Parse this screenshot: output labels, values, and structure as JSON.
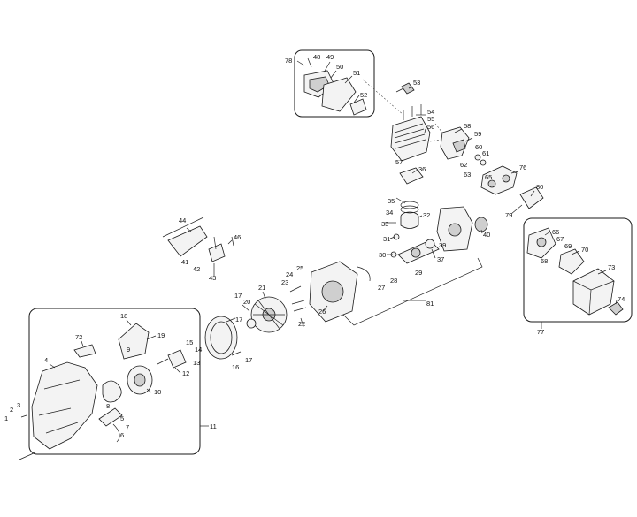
{
  "callouts": {
    "c1": "1",
    "c2": "2",
    "c3": "3",
    "c4": "4",
    "c5": "5",
    "c6": "6",
    "c7": "7",
    "c8": "8",
    "c9": "9",
    "c10": "10",
    "c11": "11",
    "c12": "12",
    "c13": "13",
    "c14": "14",
    "c15": "15",
    "c16": "16",
    "c17a": "17",
    "c17b": "17",
    "c17c": "17",
    "c18": "18",
    "c19": "19",
    "c20": "20",
    "c21": "21",
    "c22": "22",
    "c23": "23",
    "c24": "24",
    "c25": "25",
    "c26": "26",
    "c27": "27",
    "c28": "28",
    "c29": "29",
    "c30": "30",
    "c31": "31",
    "c32": "32",
    "c33": "33",
    "c34": "34",
    "c35": "35",
    "c36": "36",
    "c37": "37",
    "c39": "39",
    "c40": "40",
    "c41": "41",
    "c42": "42",
    "c43": "43",
    "c44": "44",
    "c46": "46",
    "c48": "48",
    "c49": "49",
    "c50": "50",
    "c51": "51",
    "c52": "52",
    "c53": "53",
    "c54": "54",
    "c55": "55",
    "c56": "56",
    "c57": "57",
    "c58": "58",
    "c59": "59",
    "c60": "60",
    "c61": "61",
    "c62": "62",
    "c63": "63",
    "c65": "65",
    "c66": "66",
    "c67": "67",
    "c68": "68",
    "c69": "69",
    "c70": "70",
    "c72": "72",
    "c73": "73",
    "c74": "74",
    "c76": "76",
    "c77": "77",
    "c78": "78",
    "c79": "79",
    "c80": "80",
    "c81": "81"
  }
}
